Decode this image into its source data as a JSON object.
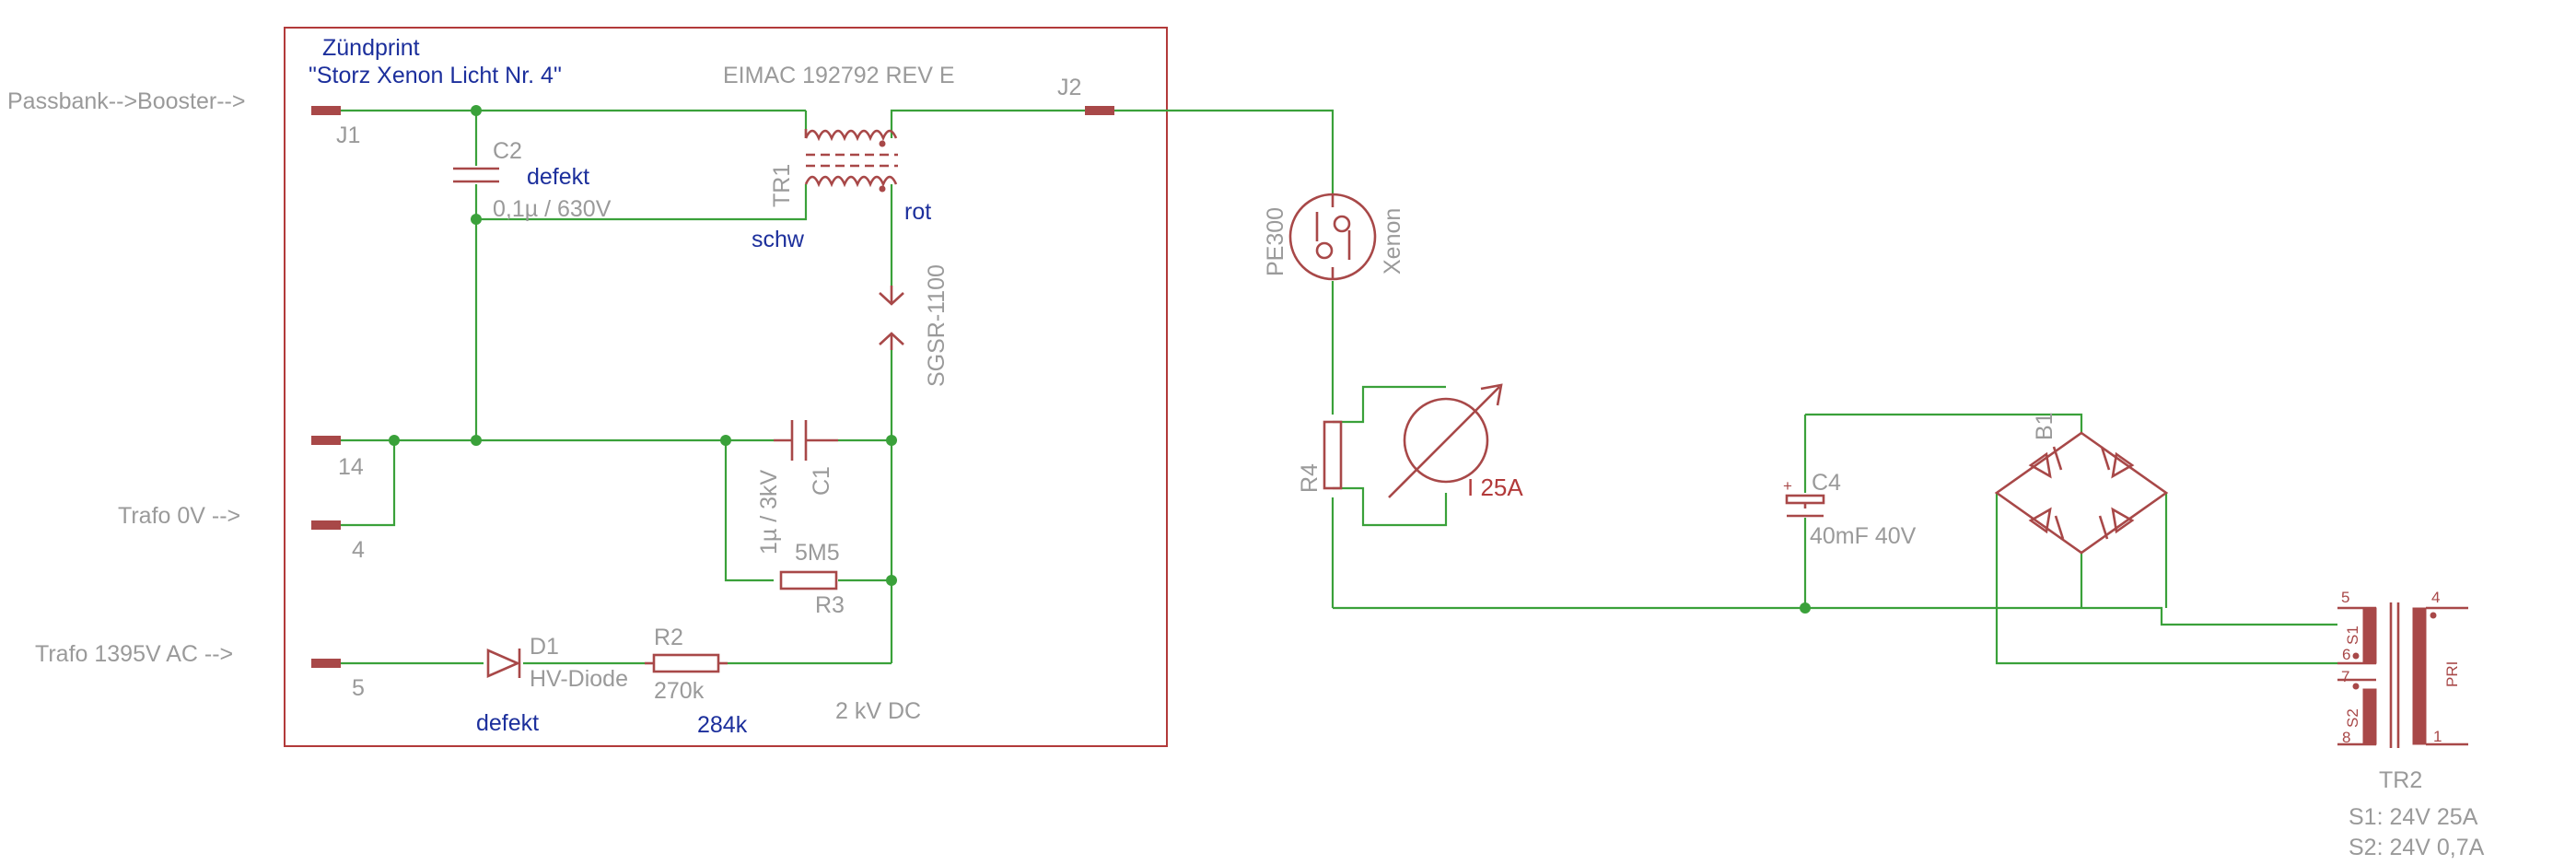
{
  "title": {
    "line1": "Zündprint",
    "line2": "\"Storz Xenon Licht Nr. 4\""
  },
  "inputs": {
    "passbank": "Passbank-->Booster-->",
    "trafo0v": "Trafo 0V -->",
    "trafo1395": "Trafo 1395V AC -->"
  },
  "pins": {
    "j1": "J1",
    "j2": "J2",
    "p14": "14",
    "p4": "4",
    "p5": "5"
  },
  "components": {
    "c2_name": "C2",
    "c2_value": "0,1µ / 630V",
    "c2_note": "defekt",
    "transformer_label": "EIMAC 192792 REV E",
    "tr1_name": "TR1",
    "tr1_rot": "rot",
    "tr1_schw": "schw",
    "sgsr": "SGSR-1100",
    "c1_name": "C1",
    "c1_value": "1µ / 3kV",
    "r3_value": "5M5",
    "r3_name": "R3",
    "d1_name": "D1",
    "d1_value": "HV-Diode",
    "d1_note": "defekt",
    "r2_name": "R2",
    "r2_value": "270k",
    "r2_note": "284k",
    "dc_label": "2 kV DC",
    "lamp_name": "PE300",
    "lamp_type": "Xenon",
    "r4_name": "R4",
    "meter_label": "I 25A",
    "c4_name": "C4",
    "c4_value": "40mF 40V",
    "b1_name": "B1",
    "tr2_name": "TR2",
    "tr2_s1_spec": "S1: 24V 25A",
    "tr2_s2_spec": "S2: 24V 0,7A",
    "tr2_s1": "S1",
    "tr2_s2": "S2",
    "tr2_pri": "PRI",
    "tr2_pin5": "5",
    "tr2_pin6": "6",
    "tr2_pin7": "7",
    "tr2_pin8": "8",
    "tr2_pin4": "4",
    "tr2_pin1": "1",
    "c4_plus": "+"
  },
  "colors": {
    "wire": "#3aa13a",
    "component": "#a84848",
    "frame": "#b23a3a",
    "label_grey": "#9a9a9a",
    "label_blue": "#1c2f9c"
  }
}
